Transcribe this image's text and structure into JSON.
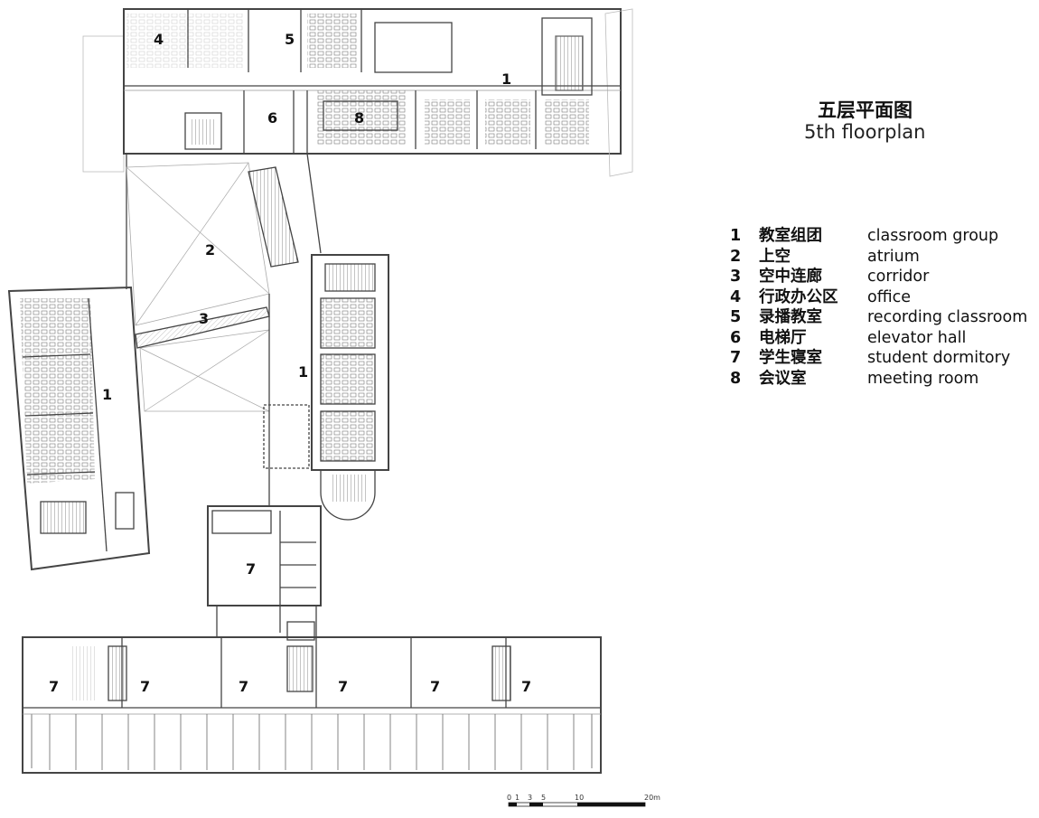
{
  "title": {
    "cn": "五层平面图",
    "en": "5th floorplan"
  },
  "legend": [
    {
      "num": "1",
      "cn": "教室组团",
      "en": "classroom group"
    },
    {
      "num": "2",
      "cn": "上空",
      "en": "atrium"
    },
    {
      "num": "3",
      "cn": "空中连廊",
      "en": "corridor"
    },
    {
      "num": "4",
      "cn": "行政办公区",
      "en": "office"
    },
    {
      "num": "5",
      "cn": "录播教室",
      "en": "recording classroom"
    },
    {
      "num": "6",
      "cn": "电梯厅",
      "en": "elevator hall"
    },
    {
      "num": "7",
      "cn": "学生寝室",
      "en": "student dormitory"
    },
    {
      "num": "8",
      "cn": "会议室",
      "en": "meeting room"
    }
  ],
  "room_labels": {
    "office": "4",
    "recording": "5",
    "classroom_top": "1",
    "elevator": "6",
    "meeting": "8",
    "atrium": "2",
    "corridor": "3",
    "classroom_left": "1",
    "classroom_right": "1",
    "dorm_mid": "7",
    "dorm_b1": "7",
    "dorm_b2": "7",
    "dorm_b3": "7",
    "dorm_b4": "7",
    "dorm_b5": "7",
    "dorm_b6": "7"
  },
  "scale_bar": {
    "labels": [
      "0",
      "1",
      "3",
      "5",
      "10",
      "20m"
    ],
    "unit": "m"
  }
}
